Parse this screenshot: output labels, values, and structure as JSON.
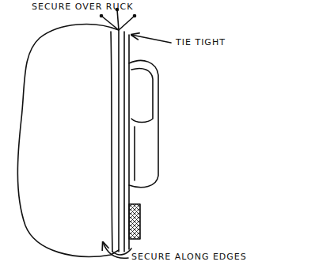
{
  "diagram": {
    "labels": [
      "SECURE OVER RUCK",
      "TIE TIGHT",
      "SECURE ALONG EDGES"
    ]
  }
}
